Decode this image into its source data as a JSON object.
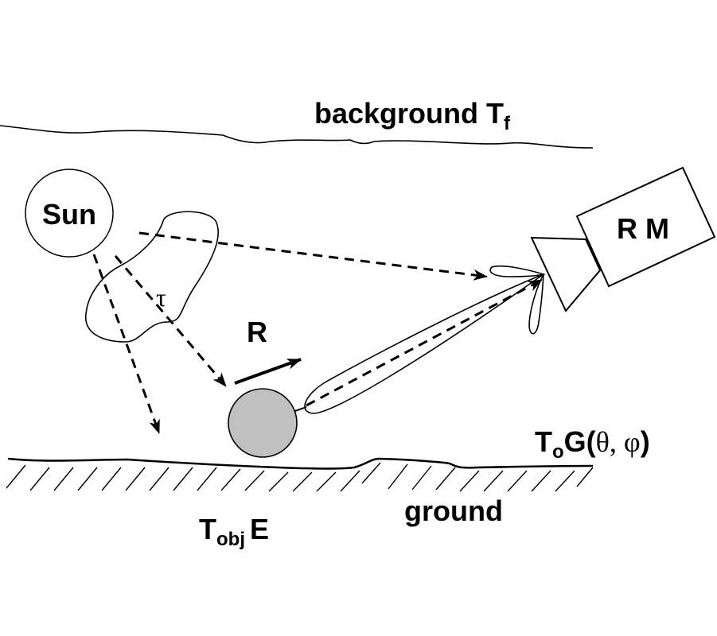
{
  "labels": {
    "background": "background T",
    "background_sub": "f",
    "sun": "Sun",
    "tau": "τ",
    "r_vector": "R",
    "rm": "R M",
    "to_main": "T",
    "to_sub": "o",
    "gain": "G(",
    "theta_phi": "θ, φ",
    "gain_close": ")",
    "tobj_main": "T",
    "tobj_sub": "obj",
    "emissivity": "E",
    "ground": "ground"
  },
  "colors": {
    "object_fill": "#c0c0c0",
    "stroke": "#000000"
  }
}
